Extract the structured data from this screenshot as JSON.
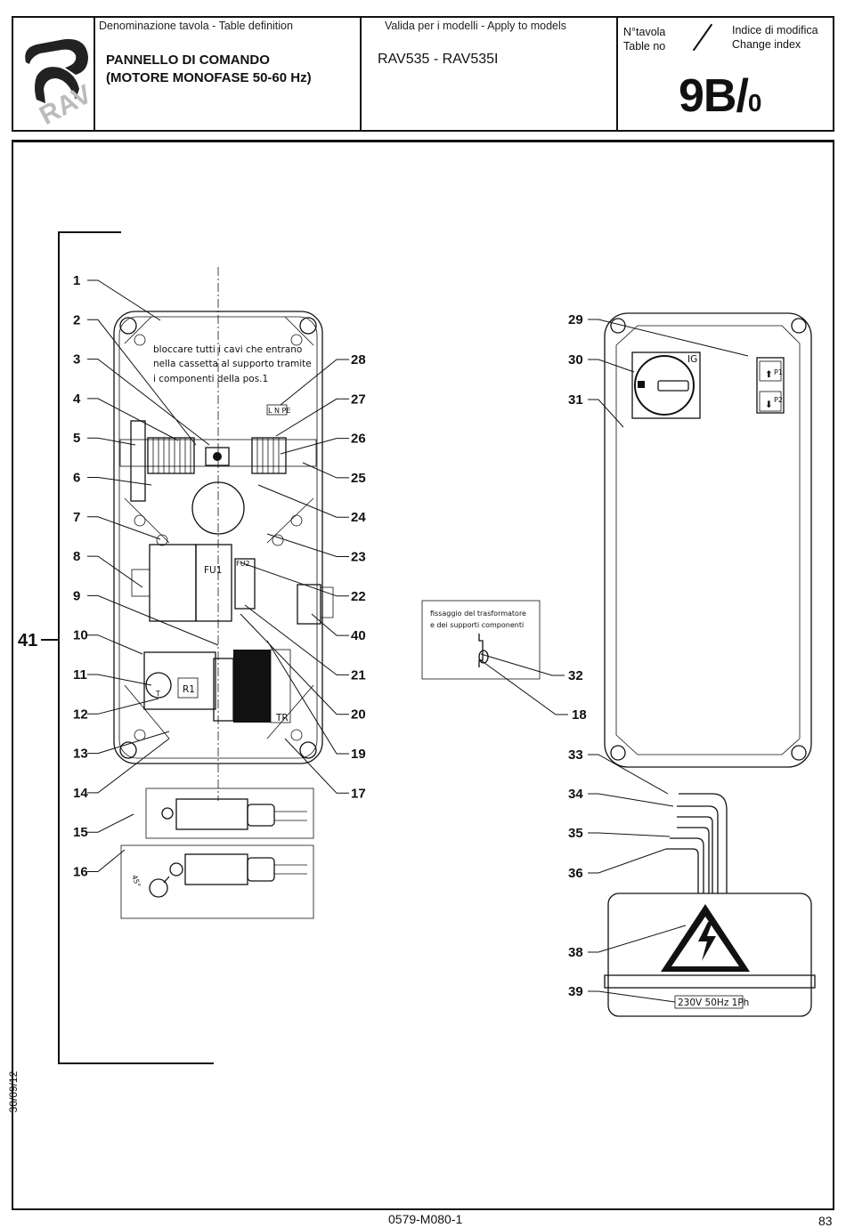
{
  "header": {
    "logo_text": "RAV",
    "definition_label": "Denominazione tavola - Table definition",
    "title_line1": "PANNELLO DI COMANDO",
    "title_line2": "(MOTORE MONOFASE 50-60 Hz)",
    "models_label": "Valida per i modelli - Apply to models",
    "models_value": "RAV535 - RAV535I",
    "table_no_label_it": "N°tavola",
    "table_no_label_en": "Table no",
    "change_index_label_it": "Indice di modifica",
    "change_index_label_en": "Change index",
    "table_number": "9B/",
    "change_index": "0"
  },
  "drawing": {
    "panel_note_line1": "bloccare tutti i cavi che entrano",
    "panel_note_line2": "nella cassetta al supporto tramite",
    "panel_note_line3": "i componenti della pos.1",
    "terminal_tag": "L N PE",
    "fuse_label_fu1": "FU1",
    "fuse_label_fu2": "FU2",
    "relay_label": "R1",
    "timer_label": "T",
    "transformer_label": "TR",
    "switch_label": "IG",
    "button_up_label": "P1",
    "button_down_label": "P2",
    "angle_label": "45°",
    "detail_note_line1": "fissaggio del trasformatore",
    "detail_note_line2": "e dei supporti componenti",
    "motor_plate": "230V 50Hz 1Ph",
    "assembly_callout": "41",
    "callouts_left": [
      "1",
      "2",
      "3",
      "4",
      "5",
      "6",
      "7",
      "8",
      "9",
      "10",
      "11",
      "12",
      "13",
      "14",
      "15",
      "16"
    ],
    "callouts_mid": [
      "28",
      "27",
      "26",
      "25",
      "24",
      "23",
      "22",
      "40",
      "21",
      "20",
      "19",
      "17"
    ],
    "callouts_right": [
      "29",
      "30",
      "31",
      "32",
      "18",
      "33",
      "34",
      "35",
      "36",
      "38",
      "39"
    ]
  },
  "footer": {
    "date": "30/09/12",
    "doc_code": "0579-M080-1",
    "page": "83"
  }
}
